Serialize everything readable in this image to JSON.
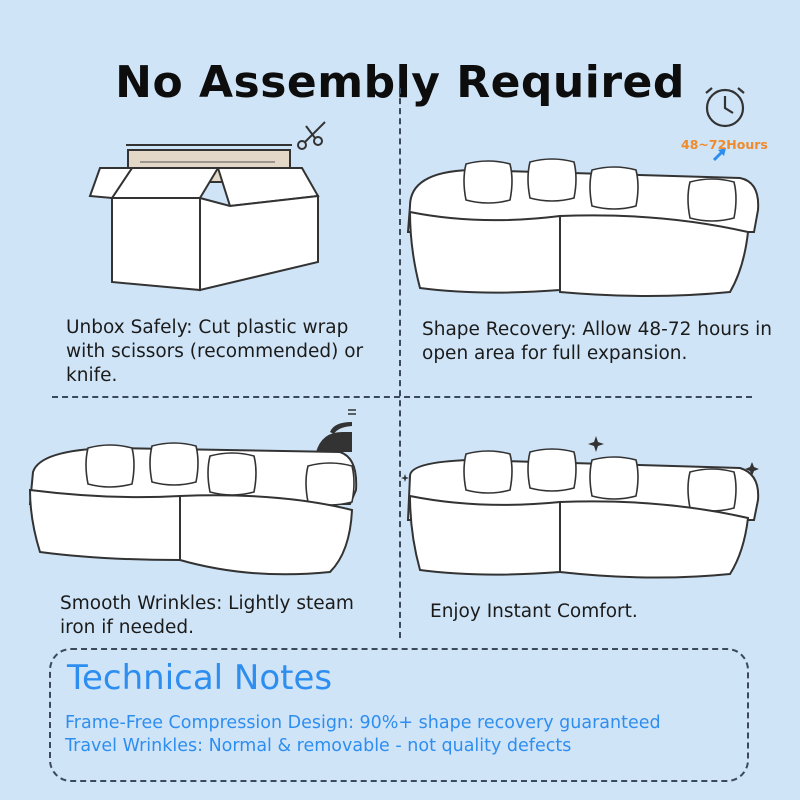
{
  "title": "No Assembly Required",
  "steps": [
    {
      "caption": "Unbox Safely: Cut plastic wrap with scissors (recommended) or knife.",
      "icon": "cardboard-box-scissors-icon"
    },
    {
      "caption": "Shape Recovery: Allow 48-72 hours in open area for full expansion.",
      "icon": "alarm-clock-icon",
      "badge": "48~72Hours"
    },
    {
      "caption": "Smooth Wrinkles: Lightly steam iron if needed.",
      "icon": "steam-iron-icon"
    },
    {
      "caption": "Enjoy Instant Comfort.",
      "icon": "sparkle-icon"
    }
  ],
  "notes": {
    "title": "Technical Notes",
    "lines": [
      "Frame-Free Compression Design: 90%+ shape recovery guaranteed",
      "Travel Wrinkles: Normal & removable - not quality defects"
    ]
  },
  "colors": {
    "background": "#cfe4f7",
    "accent_blue": "#2e8ef0",
    "accent_orange": "#f08a2a",
    "line": "#3a4a5a"
  }
}
